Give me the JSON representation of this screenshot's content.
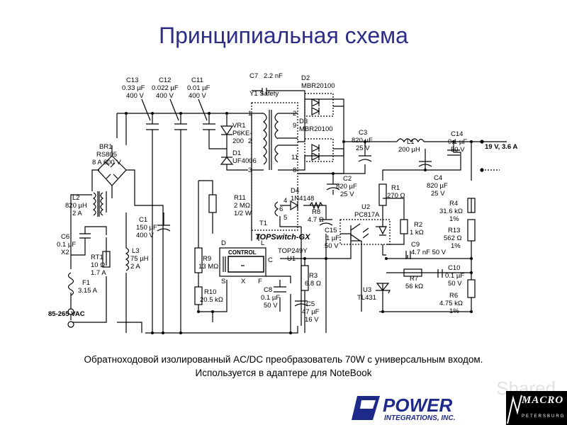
{
  "title": "Принципиальная схема",
  "caption": {
    "line1": "Обратноходовой изолированный AC/DC преобразователь 70W с универсальным входом.",
    "line2": "Используется в адаптере для NoteBook"
  },
  "components": {
    "c13": {
      "ref": "C13",
      "value": "0.33 µF",
      "rating": "400 V"
    },
    "c12": {
      "ref": "C12",
      "value": "0.022 µF",
      "rating": "400 V"
    },
    "c11": {
      "ref": "C11",
      "value": "0.01 µF",
      "rating": "400 V"
    },
    "c7": {
      "ref": "C7",
      "value": "2.2 nF",
      "note": "Y1 Safety"
    },
    "d2": {
      "ref": "D2",
      "value": "MBR20100"
    },
    "d3": {
      "ref": "D3",
      "value": "MBR20100"
    },
    "vr1": {
      "ref": "VR1",
      "value": "P6KE-",
      "value2": "200"
    },
    "d1": {
      "ref": "D1",
      "value": "UF4006"
    },
    "br1": {
      "ref": "BR1",
      "value": "RS805",
      "rating": "8 A 600 V"
    },
    "l2": {
      "ref": "L2",
      "value": "820 µH",
      "rating": "2 A"
    },
    "c6": {
      "ref": "C6",
      "value": "0.1 µF",
      "rating": "X2"
    },
    "rt1": {
      "ref": "RT1",
      "value": "10 Ω",
      "rating": "1.7 A"
    },
    "f1": {
      "ref": "F1",
      "value": "3.15 A"
    },
    "c1": {
      "ref": "C1",
      "value": "150 µF",
      "rating": "400 V"
    },
    "l3": {
      "ref": "L3",
      "value": "75 µH",
      "rating": "2 A"
    },
    "r11": {
      "ref": "R11",
      "value": "2 MΩ",
      "rating": "1/2 W"
    },
    "r9": {
      "ref": "R9",
      "value": "13 MΩ"
    },
    "r10": {
      "ref": "R10",
      "value": "20.5 kΩ"
    },
    "t1": {
      "ref": "T1"
    },
    "d4": {
      "ref": "D4",
      "value": "1N4148"
    },
    "r8": {
      "ref": "R8",
      "value": "4.7 Ω"
    },
    "c15": {
      "ref": "C15",
      "value": "1 µF",
      "rating": "50 V"
    },
    "u1": {
      "ref": "U1",
      "value": "TOP249Y"
    },
    "r3": {
      "ref": "R3",
      "value": "6.8 Ω"
    },
    "c8": {
      "ref": "C8",
      "value": "0.1 µF",
      "rating": "50 V"
    },
    "c5": {
      "ref": "C5",
      "value": "47 µF",
      "rating": "16 V"
    },
    "c3": {
      "ref": "C3",
      "value": "820 µF",
      "rating": "25 V"
    },
    "l1": {
      "ref": "L1",
      "value": "200 µH"
    },
    "c14": {
      "ref": "C14",
      "value": "0.1 µF",
      "rating": "50 V"
    },
    "c2": {
      "ref": "C2",
      "value": "820 µF",
      "rating": "25 V"
    },
    "c4": {
      "ref": "C4",
      "value": "820 µF",
      "rating": "25 V"
    },
    "r1": {
      "ref": "R1",
      "value": "270 Ω"
    },
    "u2": {
      "ref": "U2",
      "value": "PC817A"
    },
    "r2": {
      "ref": "R2",
      "value": "1 kΩ"
    },
    "c9": {
      "ref": "C9",
      "value": "4.7 nF 50 V"
    },
    "r7": {
      "ref": "R7",
      "value": "56 kΩ"
    },
    "c10": {
      "ref": "C10",
      "value": "0.1 µF",
      "rating": "50 V"
    },
    "u3": {
      "ref": "U3",
      "value": "TL431"
    },
    "r4": {
      "ref": "R4",
      "value": "31.6 kΩ",
      "rating": "1%"
    },
    "r13": {
      "ref": "R13",
      "value": "562 Ω",
      "rating": "1%"
    },
    "r6": {
      "ref": "R6",
      "value": "4.75 kΩ",
      "rating": "1%"
    }
  },
  "labels": {
    "output": "19 V, 3.6 A",
    "input": "85-265 VAC",
    "topswitch": "TOPSwitch-GX",
    "control": "CONTROL",
    "pin_d": "D",
    "pin_l": "L",
    "pin_c": "C",
    "pin_s": "S",
    "pin_x": "X",
    "pin_f": "F",
    "t1_pins": [
      "1",
      "2",
      "3",
      "4",
      "5",
      "6",
      "8",
      "9",
      "11",
      "2"
    ]
  },
  "watermark": "Shared",
  "logos": {
    "power_line1": "POWER",
    "power_line2": "INTEGRATIONS, INC.",
    "macro": "MACRO",
    "macro_sub": "PETERSBURG"
  },
  "colors": {
    "title": "#2b2d86",
    "power_logo": "#1d2a8a"
  }
}
